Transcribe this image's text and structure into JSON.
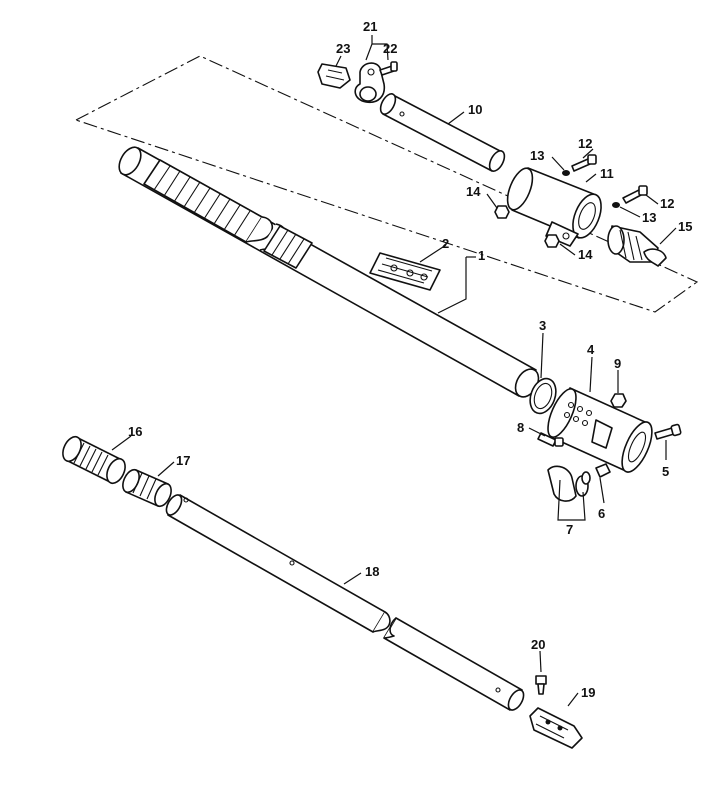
{
  "callouts": {
    "c1": "1",
    "c2": "2",
    "c3": "3",
    "c4": "4",
    "c5": "5",
    "c6": "6",
    "c7": "7",
    "c8": "8",
    "c9": "9",
    "c10": "10",
    "c11": "11",
    "c12a": "12",
    "c12b": "12",
    "c13a": "13",
    "c13b": "13",
    "c14a": "14",
    "c14b": "14",
    "c15": "15",
    "c16": "16",
    "c17": "17",
    "c18": "18",
    "c19": "19",
    "c20": "20",
    "c21": "21",
    "c22": "22",
    "c23": "23"
  }
}
